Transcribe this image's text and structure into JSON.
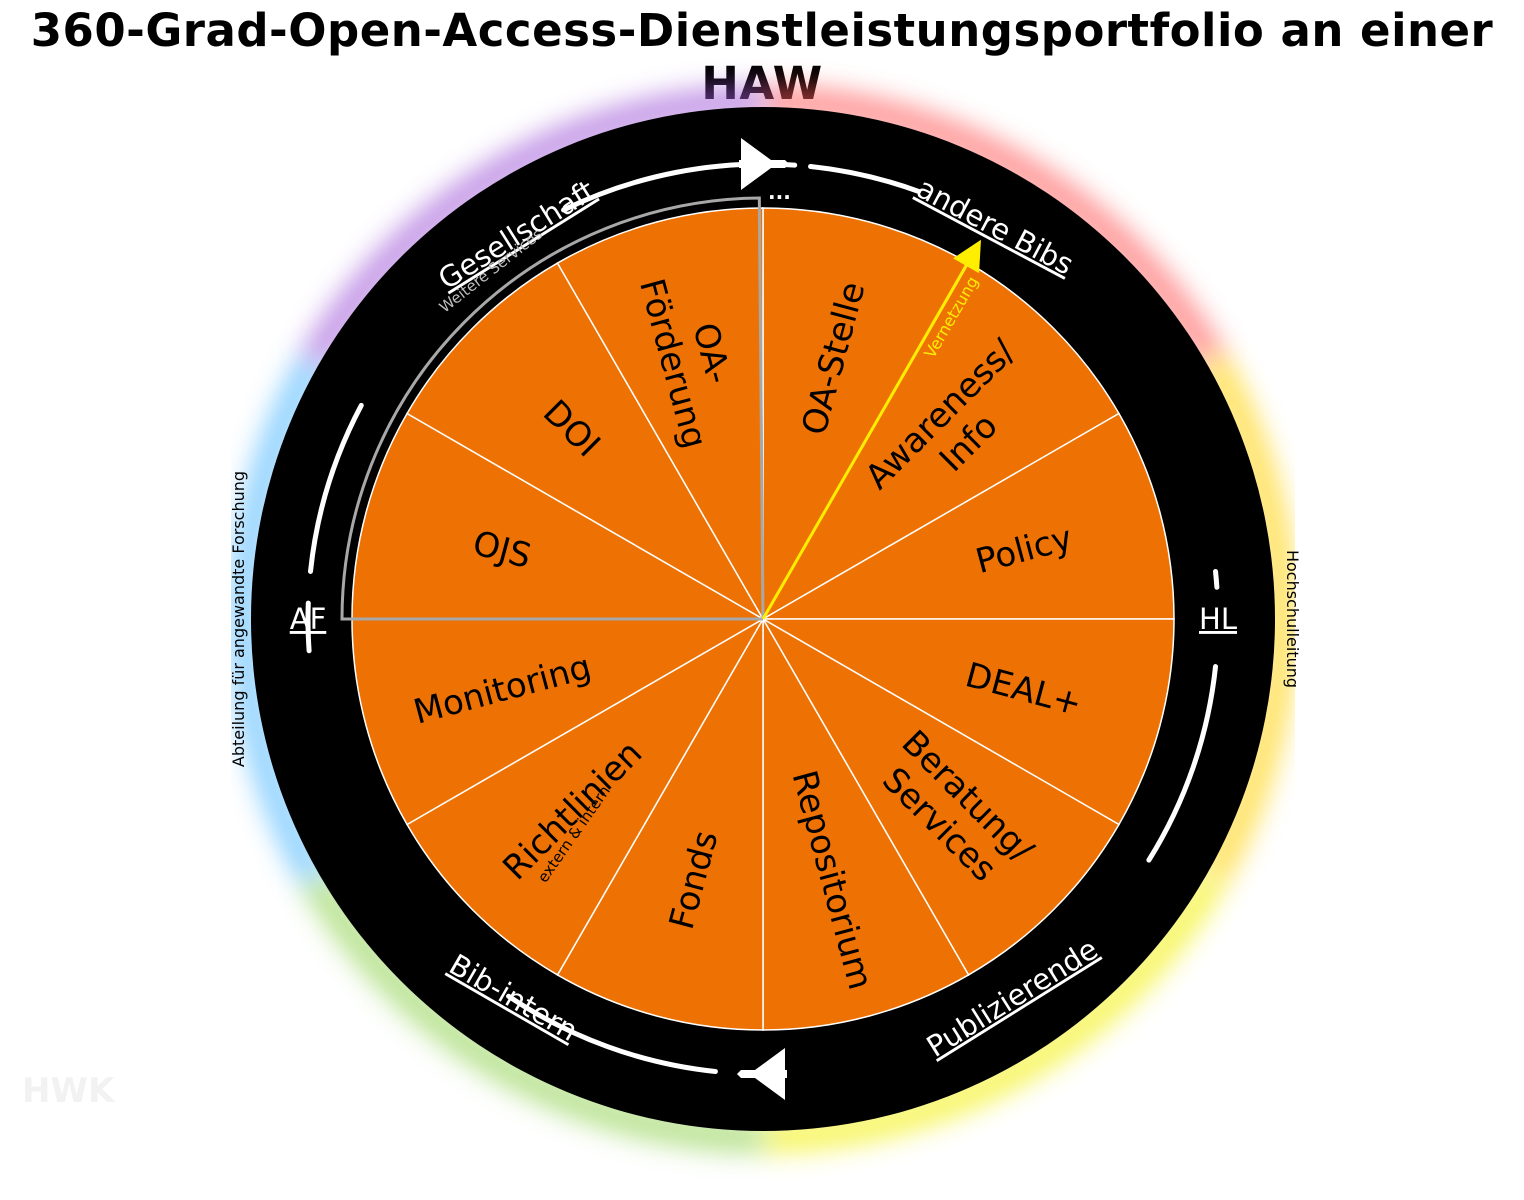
{
  "title": "360-Grad-Open-Access-Dienstleistungsportfolio an einer HAW",
  "colors": {
    "wedge": "#ee7203",
    "ring": "#000000",
    "accent": "#ffee00",
    "services_line": "#a8a8a8",
    "glow": [
      "#ff5a5a",
      "#ffd000",
      "#f2f000",
      "#8fd14f",
      "#4fb8ff",
      "#a05ad8"
    ]
  },
  "segments": [
    "OA-Stelle",
    "Awareness/ Info",
    "Policy",
    "DEAL+",
    "Beratung/ Services",
    "Repositorium",
    "Fonds",
    "Richtlinien",
    "Monitoring",
    "OJS",
    "DOI",
    "OA- Förderung"
  ],
  "richtlinien_sublabel": "extern & intern",
  "ring_labels": {
    "top_left": "Gesellschaft",
    "top_right": "andere Bibs",
    "bottom_right": "Publizierende",
    "bottom_left": "Bib-intern",
    "left": "AF",
    "right": "HL"
  },
  "side_labels": {
    "left": "Abteilung für angewandte Forschung",
    "right": "Hochschulleitung"
  },
  "services_label": "Weitere Services",
  "services_ellipsis": "...",
  "vernetzung_label": "Vernetzung",
  "watermark": "HWK"
}
